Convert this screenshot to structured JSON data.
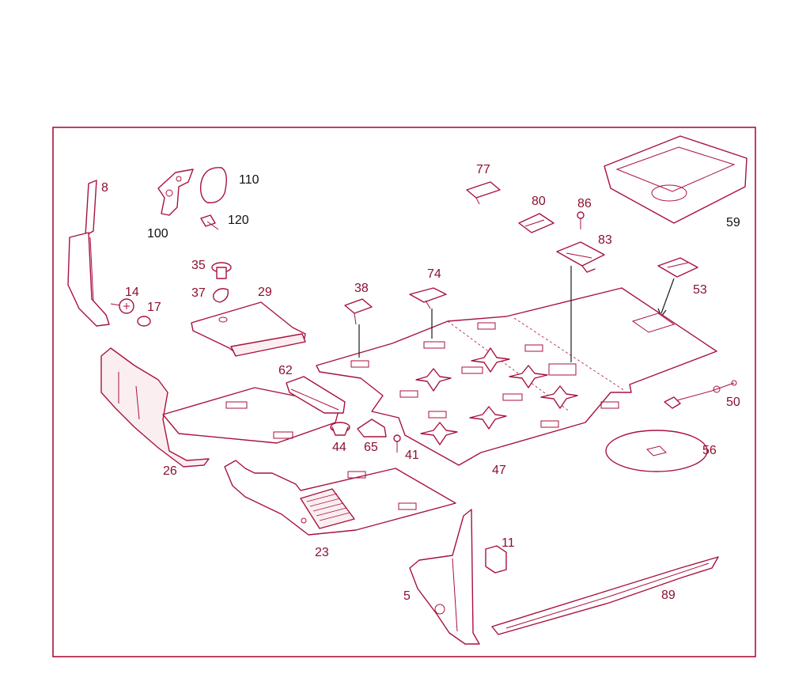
{
  "callouts": {
    "c8": "8",
    "c110": "110",
    "c100": "100",
    "c120": "120",
    "c35": "35",
    "c37": "37",
    "c29": "29",
    "c14": "14",
    "c17": "17",
    "c38": "38",
    "c74": "74",
    "c77": "77",
    "c80": "80",
    "c86": "86",
    "c83": "83",
    "c59": "59",
    "c53": "53",
    "c62": "62",
    "c26": "26",
    "c44": "44",
    "c65": "65",
    "c41": "41",
    "c47": "47",
    "c50": "50",
    "c56": "56",
    "c23": "23",
    "c11": "11",
    "c5": "5",
    "c89": "89"
  },
  "colors": {
    "line": "#a8123e",
    "label_red": "#8b1030",
    "label_dark": "#111111",
    "frame": "#b0103a"
  }
}
